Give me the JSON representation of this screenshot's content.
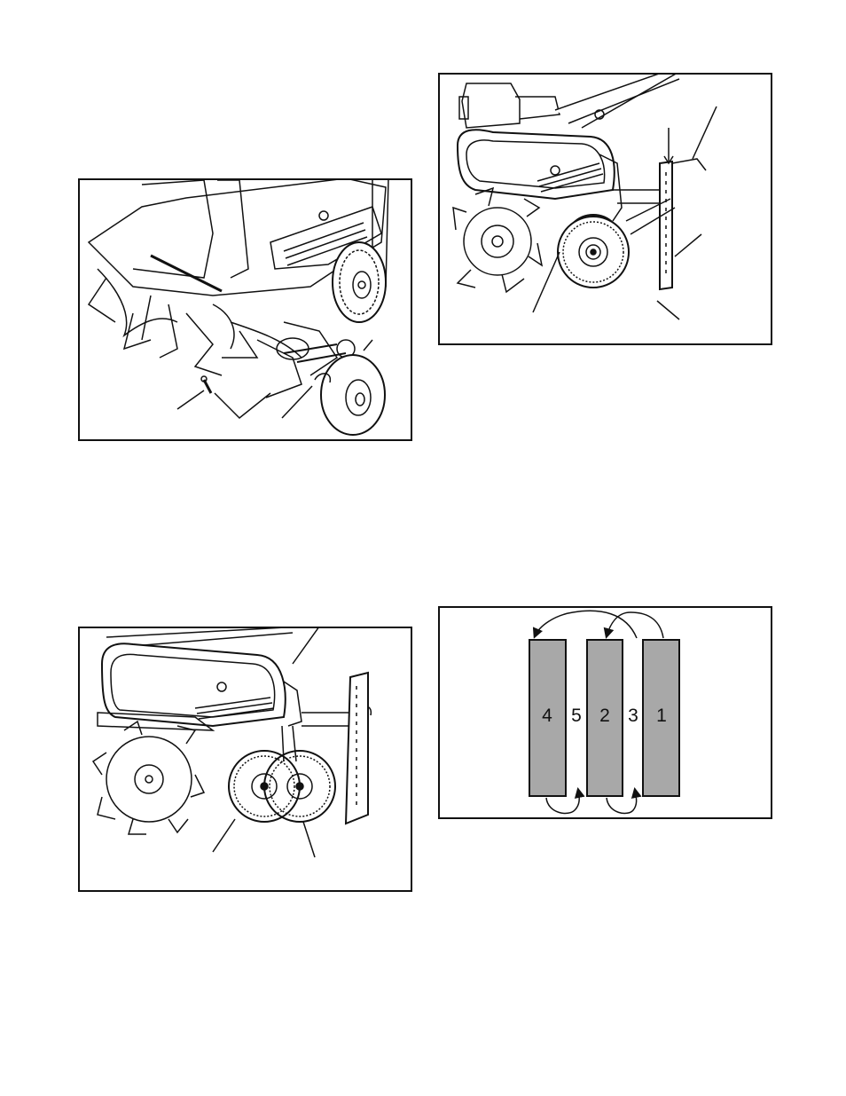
{
  "figures": [
    {
      "id": "fig1",
      "title": "",
      "callouts": 2
    },
    {
      "id": "fig2",
      "title": "",
      "callouts": 4
    },
    {
      "id": "fig3",
      "title": "",
      "callouts": 2
    },
    {
      "id": "fig4",
      "title": "",
      "pattern": [
        "4",
        "5",
        "2",
        "3",
        "1"
      ]
    }
  ]
}
